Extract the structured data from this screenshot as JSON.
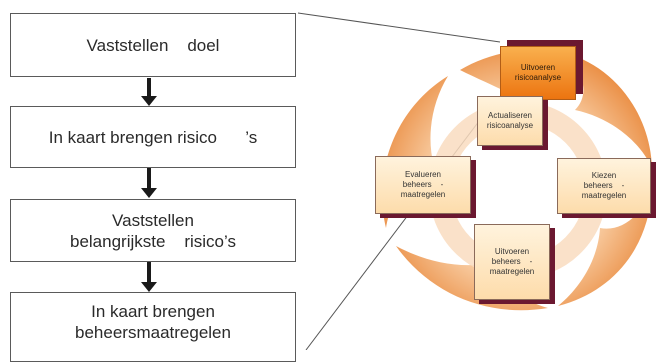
{
  "process_steps": [
    {
      "line1": "Vaststellen    doel",
      "line2": ""
    },
    {
      "line1": "In kaart brengen risico      ’s",
      "line2": ""
    },
    {
      "line1": "Vaststellen",
      "line2": "belangrijkste    risico’s"
    },
    {
      "line1": "In kaart brengen",
      "line2": "beheersmaatregelen"
    }
  ],
  "cycle_cards": {
    "top": {
      "line1": "Uitvoeren",
      "line2": "risicoanalyse",
      "line3": ""
    },
    "inner": {
      "line1": "Actualiseren",
      "line2": "risicoanalyse",
      "line3": ""
    },
    "left": {
      "line1": "Evalueren",
      "line2": "beheers    -",
      "line3": "maatregelen"
    },
    "right": {
      "line1": "Kiezen",
      "line2": "beheers    -",
      "line3": "maatregelen"
    },
    "bottom": {
      "line1": "Uitvoeren",
      "line2": "beheers    -",
      "line3": "maatregelen"
    }
  },
  "colors": {
    "cycle_orange": "#f0a462",
    "card_shadow": "#6b1830",
    "top_card": "#ec7410"
  }
}
